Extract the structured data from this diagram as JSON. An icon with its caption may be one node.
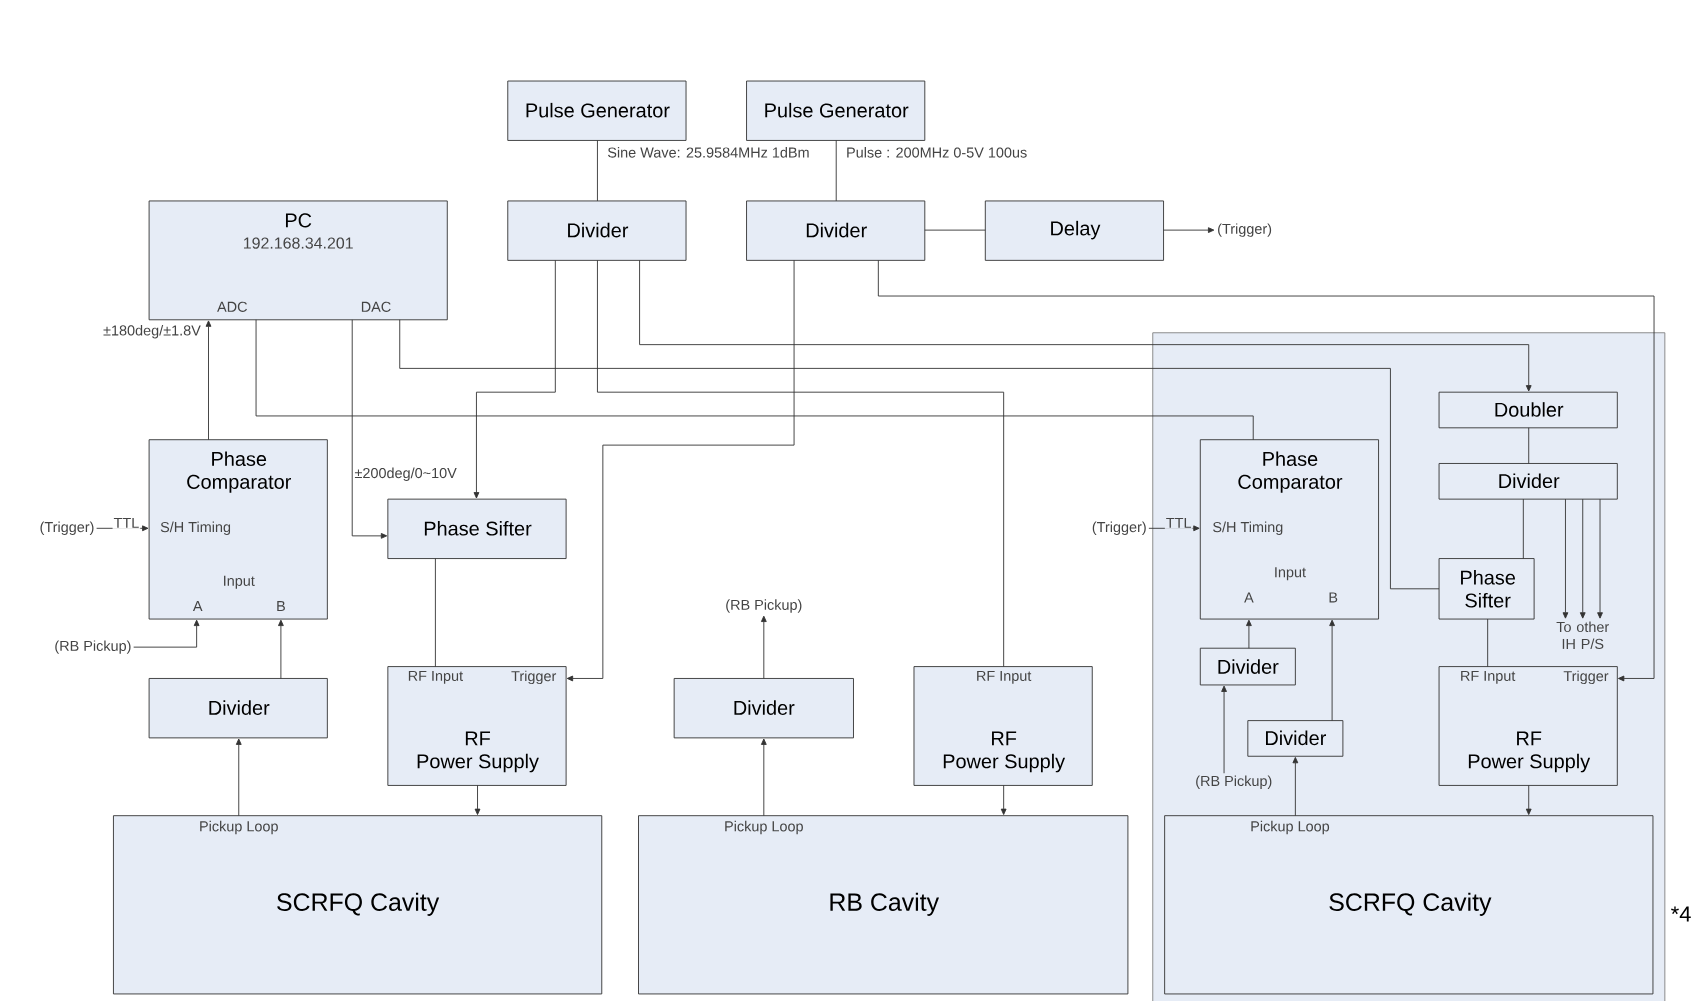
{
  "diagram": {
    "nodes": [
      {
        "text": [
          "Pulse Generator"
        ]
      },
      {
        "text": [
          "Pulse Generator"
        ]
      },
      {
        "text": [
          "PC",
          "192.168.34.201",
          "ADC",
          "DAC"
        ]
      },
      {
        "text": [
          "Divider"
        ]
      },
      {
        "text": [
          "Divider"
        ]
      },
      {
        "text": [
          "Delay"
        ]
      },
      {
        "text": [
          "Phase Comparator",
          "S/H Timing",
          "Input",
          "A",
          "B"
        ]
      },
      {
        "text": [
          "Phase Sifter"
        ]
      },
      {
        "text": [
          "Divider"
        ]
      },
      {
        "text": [
          "RF Input",
          "Trigger",
          "RF Power Supply"
        ]
      },
      {
        "text": [
          "Divider"
        ]
      },
      {
        "text": [
          "RF Input",
          "RF Power Supply"
        ]
      },
      {
        "text": [
          "Pickup Loop",
          "SCRFQ Cavity"
        ]
      },
      {
        "text": [
          "Pickup Loop",
          "RB Cavity"
        ]
      },
      {
        "text": [],
        "shape": "box",
        "beside": [
          "*4"
        ]
      },
      {
        "text": [
          "Doubler"
        ],
        "in": 14
      },
      {
        "text": [
          "Divider"
        ],
        "in": 14
      },
      {
        "text": [
          "Phase Comparator",
          "S/H Timing",
          "Input",
          "A",
          "B"
        ],
        "in": 14
      },
      {
        "text": [
          "Phase Sifter"
        ],
        "in": 14
      },
      {
        "text": [
          "Divider"
        ],
        "in": 14
      },
      {
        "text": [
          "Divider"
        ],
        "in": 14
      },
      {
        "text": [
          "RF Input",
          "Trigger",
          "RF Power Supply"
        ],
        "in": 14
      },
      {
        "text": [
          "Pickup Loop",
          "SCRFQ Cavity"
        ],
        "in": 14
      },
      {
        "text": [
          "(Trigger)"
        ]
      },
      {
        "text": [
          "(Trigger)"
        ]
      },
      {
        "text": [
          "(RB Pickup)"
        ]
      },
      {
        "text": [
          "(RB Pickup)"
        ]
      },
      {
        "text": [
          "(Trigger)"
        ]
      },
      {
        "text": [
          "(RB Pickup)"
        ],
        "in": 14
      },
      {
        "text": [
          "To other IH P/S"
        ],
        "in": 14
      }
    ],
    "edges": [
      {
        "from": 0,
        "to": 3,
        "arrow": "none",
        "label": "Sine Wave: 25.9584MHz 1dBm"
      },
      {
        "from": 1,
        "to": 4,
        "arrow": "none",
        "label": "Pulse : 200MHz 0-5V 100us"
      },
      {
        "from": 4,
        "to": 5,
        "arrow": "none"
      },
      {
        "from": 5,
        "to": 23,
        "arrow": "to"
      },
      {
        "from": 4,
        "to": 21,
        "arrow": "to"
      },
      {
        "from": 3,
        "to": 15,
        "arrow": "to"
      },
      {
        "from": 2,
        "to": 18,
        "arrow": "none"
      },
      {
        "from": 3,
        "to": 7,
        "arrow": "to"
      },
      {
        "from": 3,
        "to": 11,
        "arrow": "none"
      },
      {
        "from": 4,
        "to": 9,
        "arrow": "to"
      },
      {
        "from": 2,
        "to": 17,
        "arrow": "none"
      },
      {
        "from": 2,
        "to": 7,
        "arrow": "to",
        "label": "±200deg/0~10V"
      },
      {
        "from": 6,
        "to": 2,
        "arrow": "to",
        "label": "±180deg/±1.8V"
      },
      {
        "from": 24,
        "to": 6,
        "arrow": "to",
        "label": "TTL"
      },
      {
        "from": 25,
        "to": 6,
        "arrow": "to"
      },
      {
        "from": 8,
        "to": 6,
        "arrow": "to"
      },
      {
        "from": 12,
        "to": 8,
        "arrow": "to"
      },
      {
        "from": 7,
        "to": 9,
        "arrow": "none"
      },
      {
        "from": 9,
        "to": 12,
        "arrow": "to"
      },
      {
        "from": 13,
        "to": 10,
        "arrow": "to"
      },
      {
        "from": 10,
        "to": 26,
        "arrow": "to"
      },
      {
        "from": 11,
        "to": 13,
        "arrow": "to"
      },
      {
        "from": 15,
        "to": 16,
        "arrow": "none"
      },
      {
        "from": 16,
        "to": 18,
        "arrow": "none"
      },
      {
        "from": 16,
        "to": 29,
        "arrow": "to"
      },
      {
        "from": 16,
        "to": 29,
        "arrow": "to"
      },
      {
        "from": 16,
        "to": 29,
        "arrow": "to"
      },
      {
        "from": 18,
        "to": 21,
        "arrow": "none"
      },
      {
        "from": 21,
        "to": 22,
        "arrow": "to"
      },
      {
        "from": 22,
        "to": 20,
        "arrow": "to"
      },
      {
        "from": 20,
        "to": 17,
        "arrow": "to"
      },
      {
        "from": 28,
        "to": 19,
        "arrow": "to"
      },
      {
        "from": 19,
        "to": 17,
        "arrow": "to"
      },
      {
        "from": 27,
        "to": 17,
        "arrow": "to",
        "label": "TTL"
      }
    ]
  }
}
